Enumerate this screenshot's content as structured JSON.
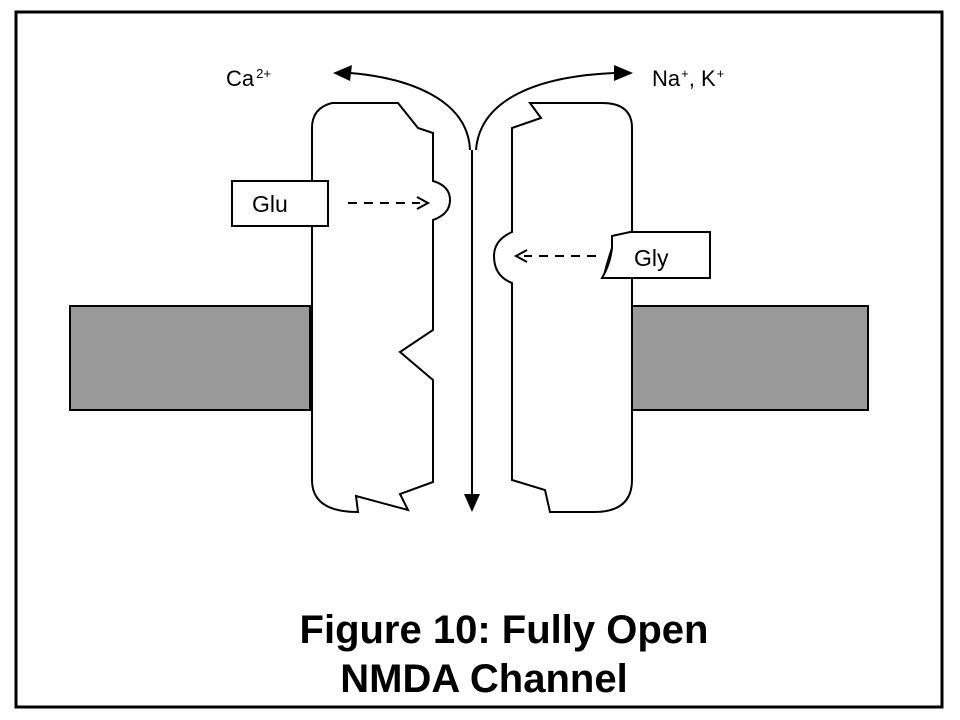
{
  "ions": {
    "left": {
      "base": "Ca",
      "charge": "2+"
    },
    "right": {
      "na": "Na",
      "na_charge": "+",
      "separator": ", ",
      "k": "K",
      "k_charge": "+"
    }
  },
  "ligands": {
    "glu": "Glu",
    "gly": "Gly"
  },
  "caption": {
    "line1": "Figure 10: Fully Open",
    "line2": "NMDA Channel"
  },
  "colors": {
    "membrane": "#999999",
    "stroke": "#000000",
    "background": "#ffffff"
  }
}
